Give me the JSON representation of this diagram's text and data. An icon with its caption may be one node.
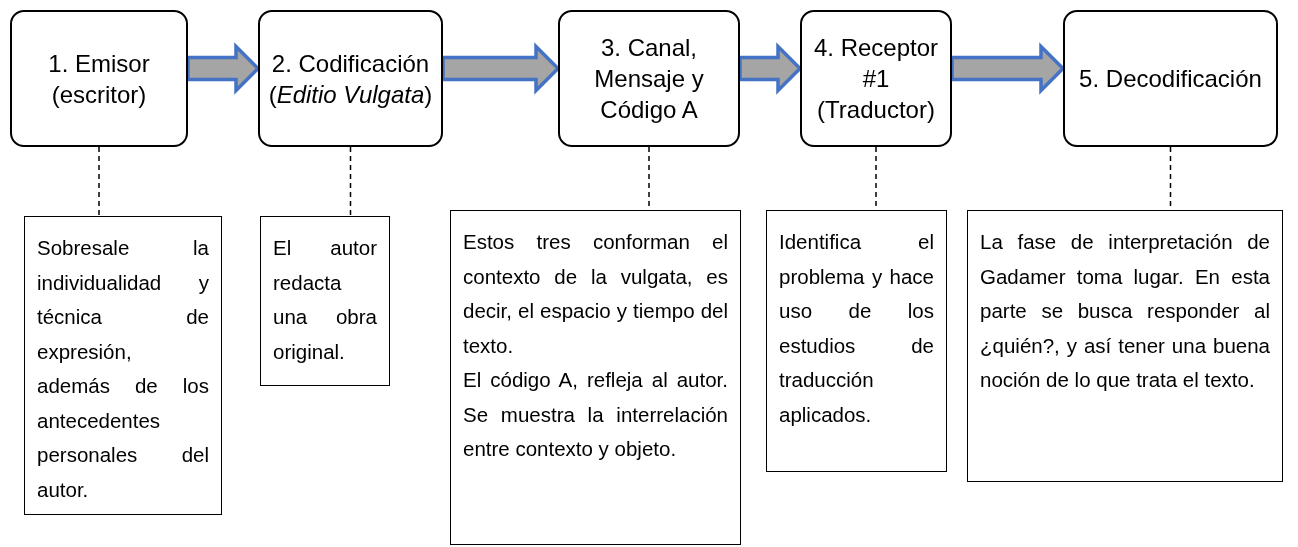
{
  "diagram": {
    "nodes": [
      {
        "text": [
          "1. Emisor (escritor)"
        ]
      },
      {
        "text": [
          "2. Codificación (*Editio Vulgata*)"
        ]
      },
      {
        "text": [
          "3. Canal, Mensaje y Código A"
        ]
      },
      {
        "text": [
          "4. Receptor #1 (Traductor)"
        ]
      },
      {
        "text": [
          "5. Decodificación"
        ]
      },
      {
        "text": [
          "Sobresale la individualidad y técnica de expresión, además de los antecedentes personales del autor."
        ]
      },
      {
        "text": [
          "El autor redacta una obra original."
        ]
      },
      {
        "text": [
          "Estos tres conforman el contexto de la vulgata, es decir, el espacio y tiempo del texto.",
          "El código A, refleja al autor. Se muestra la interrelación entre contexto y objeto."
        ]
      },
      {
        "text": [
          "Identifica el problema y hace uso de los estudios de traducción aplicados."
        ]
      },
      {
        "text": [
          "La fase de interpretación de Gadamer toma lugar. En esta parte se busca responder al ¿quién?, y así tener una buena noción de lo que trata el texto."
        ]
      }
    ],
    "edges": [
      {
        "from": 0,
        "to": 1,
        "arrow": "to",
        "style": "thick",
        "color": "#4472c4"
      },
      {
        "from": 1,
        "to": 2,
        "arrow": "to",
        "style": "thick",
        "color": "#4472c4"
      },
      {
        "from": 2,
        "to": 3,
        "arrow": "to",
        "style": "thick",
        "color": "#4472c4"
      },
      {
        "from": 3,
        "to": 4,
        "arrow": "to",
        "style": "thick",
        "color": "#4472c4"
      },
      {
        "from": 0,
        "to": 5,
        "arrow": "none",
        "style": "dashed"
      },
      {
        "from": 1,
        "to": 6,
        "arrow": "none",
        "style": "dashed"
      },
      {
        "from": 2,
        "to": 7,
        "arrow": "none",
        "style": "dashed"
      },
      {
        "from": 3,
        "to": 8,
        "arrow": "none",
        "style": "dashed"
      },
      {
        "from": 4,
        "to": 9,
        "arrow": "none",
        "style": "dashed"
      }
    ]
  }
}
